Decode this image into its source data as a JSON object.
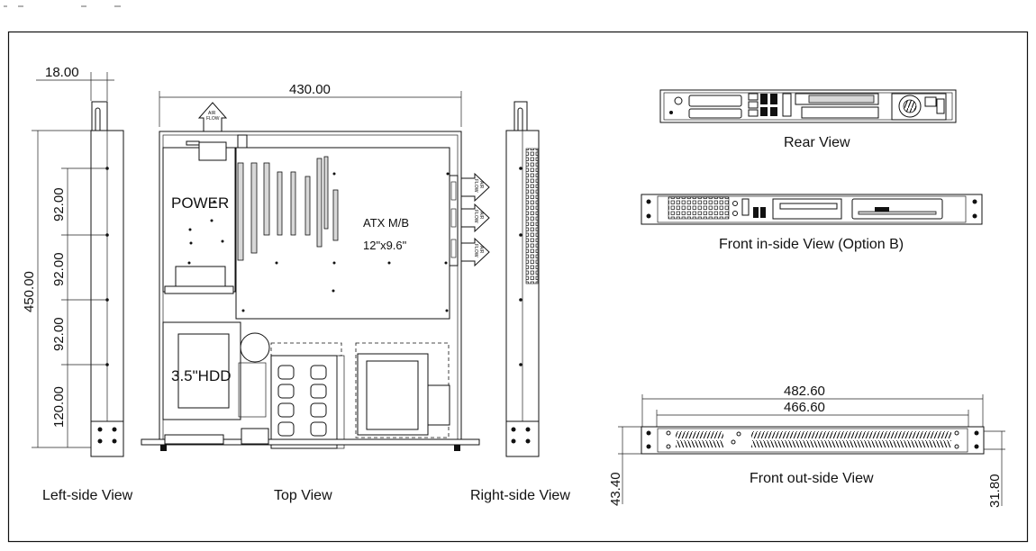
{
  "views": {
    "left": "Left-side View",
    "top": "Top View",
    "right": "Right-side View",
    "rear": "Rear View",
    "front_in": "Front in-side View (Option B)",
    "front_out": "Front out-side View"
  },
  "dimensions": {
    "width": "430.00",
    "depth": "450.00",
    "side_offset": "18.00",
    "pitch_1": "92.00",
    "pitch_2": "92.00",
    "pitch_3": "92.00",
    "front_pitch": "120.00",
    "panel_width": "482.60",
    "panel_inner": "466.60",
    "height_total": "43.40",
    "height_inner": "31.80"
  },
  "components": {
    "power": "POWER",
    "board": "ATX M/B",
    "board_size": "12\"x9.6\"",
    "hdd": "3.5\"HDD",
    "airflow_1": "AIR",
    "airflow_2": "FLOW"
  }
}
